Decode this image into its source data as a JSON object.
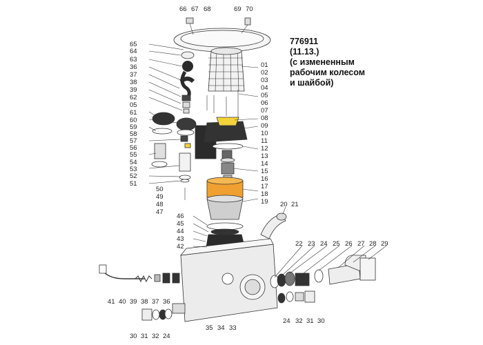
{
  "info_lines": [
    "776911",
    "(11.13.)",
    "(с измененным",
    "рабочим колесом",
    "и шайбой)"
  ],
  "labels": [
    "66",
    "67",
    "68",
    "69",
    "70",
    "65",
    "64",
    "63",
    "36",
    "37",
    "38",
    "39",
    "62",
    "05",
    "61",
    "60",
    "59",
    "58",
    "57",
    "56",
    "55",
    "54",
    "53",
    "52",
    "51",
    "01",
    "02",
    "03",
    "04",
    "05",
    "06",
    "07",
    "08",
    "09",
    "10",
    "11",
    "12",
    "13",
    "14",
    "15",
    "16",
    "17",
    "18",
    "19",
    "50",
    "49",
    "48",
    "47",
    "20",
    "21",
    "46",
    "45",
    "44",
    "43",
    "42",
    "22",
    "23",
    "24",
    "25",
    "26",
    "27",
    "28",
    "29",
    "41",
    "40",
    "39",
    "38",
    "37",
    "36",
    "24",
    "32",
    "31",
    "30",
    "35",
    "34",
    "33",
    "30",
    "31",
    "32",
    "24"
  ],
  "colors": {
    "housing": "#ececec",
    "impeller": "#f0a030",
    "cover": "#f5f5f5",
    "dark": "#2b2b2b",
    "lid": "#f3d23a"
  }
}
